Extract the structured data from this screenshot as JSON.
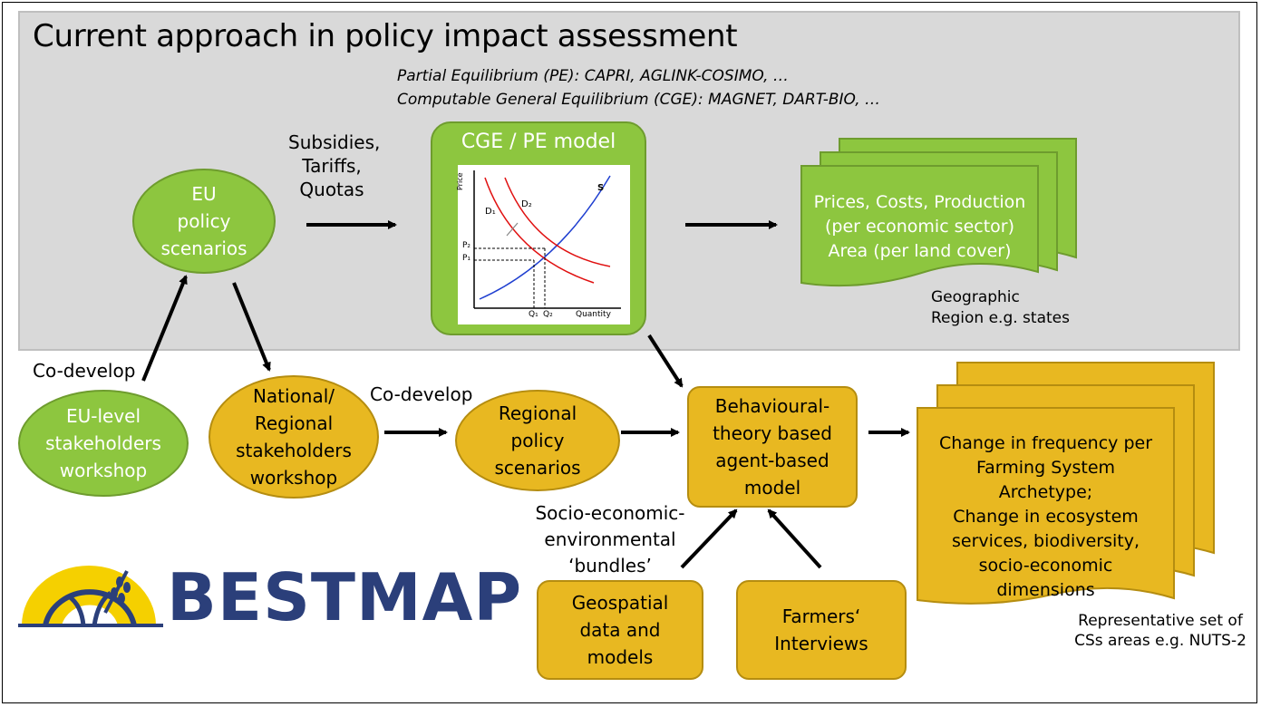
{
  "title": "Current approach in policy impact assessment",
  "models_line1": "Partial Equilibrium (PE): CAPRI, AGLINK-COSIMO, …",
  "models_line2": "Computable General Equilibrium (CGE): MAGNET, DART-BIO, …",
  "instruments": "Subsidies,\nTariffs,\nQuotas",
  "cge_box": {
    "title": "CGE / PE model",
    "graph": {
      "y_axis": "Price",
      "x_axis": "Quantity",
      "supply": "S",
      "demand1": "D₁",
      "demand2": "D₂",
      "p1": "P₁",
      "p2": "P₂",
      "q1": "Q₁",
      "q2": "Q₂"
    }
  },
  "eu_policy": "EU\npolicy\nscenarios",
  "outputs_top": "Prices, Costs, Production\n(per economic sector)\nArea (per land cover)",
  "geographic": "Geographic\nRegion e.g. states",
  "co_develop_left": "Co-develop",
  "eu_stakeholders": "EU-level\nstakeholders\nworkshop",
  "national_stakeholders": "National/\nRegional\nstakeholders\nworkshop",
  "co_develop_mid": "Co-develop",
  "regional_policy": "Regional\npolicy\nscenarios",
  "abm": "Behavioural-\ntheory based\nagent-based\nmodel",
  "outputs_bottom": "Change in frequency per\nFarming System\nArchetype;\nChange in ecosystem\nservices, biodiversity,\nsocio-economic\ndimensions",
  "representative": "Representative set of\nCSs areas e.g. NUTS-2",
  "bundles": "Socio-economic-\nenvironmental\n‘bundles’",
  "geospatial": "Geospatial\ndata and\nmodels",
  "farmers": "Farmers‘\nInterviews",
  "logo_text": "BESTMAP",
  "colors": {
    "green_fill": "#8dc63f",
    "yellow_fill": "#e8b821",
    "gray_panel": "#d9d9d9",
    "logo_blue": "#2b3f7a",
    "logo_yellow": "#f5d000"
  }
}
